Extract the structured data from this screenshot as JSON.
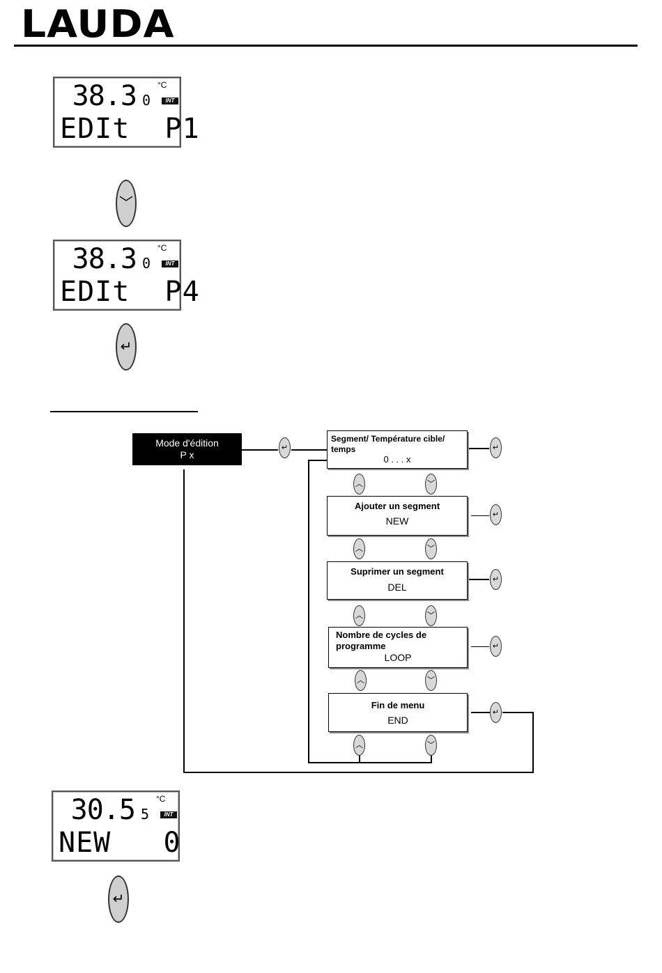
{
  "header": {
    "logo": "LAUDA"
  },
  "displays": [
    {
      "temp": "38.3",
      "suffix": "0",
      "unit": "°C",
      "tag": "INT",
      "line2": "EDIt  P1"
    },
    {
      "temp": "38.3",
      "suffix": "0",
      "unit": "°C",
      "tag": "INT",
      "line2": "EDIt  P4"
    },
    {
      "temp": "30.5",
      "suffix": "5",
      "unit": "°C",
      "tag": "INT",
      "line2": "NEW   0"
    }
  ],
  "keys": {
    "down": "﹀",
    "enter": "↵",
    "up": "︿"
  },
  "flow": {
    "mode": {
      "line1": "Mode d'édition",
      "line2": "P x"
    },
    "boxes": [
      {
        "title": "Segment/ Température cible/ temps",
        "code": "0 . . . x"
      },
      {
        "title": "Ajouter un segment",
        "code": "NEW"
      },
      {
        "title": "Suprimer un segment",
        "code": "DEL"
      },
      {
        "title": "Nombre de cycles de programme",
        "code": "LOOP"
      },
      {
        "title": "Fin de menu",
        "code": "END"
      }
    ]
  }
}
